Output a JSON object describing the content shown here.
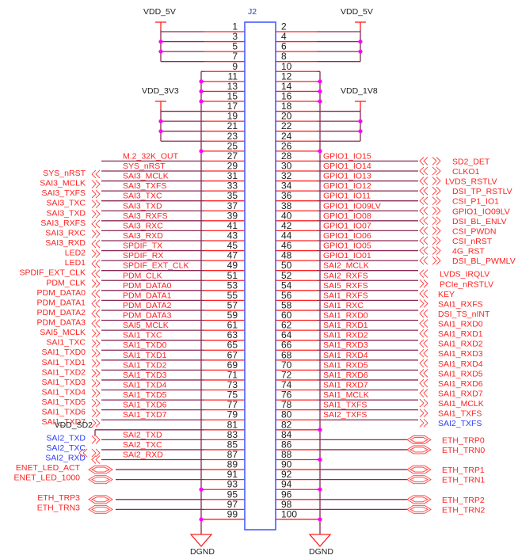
{
  "component": {
    "reference": "J2",
    "pin_count": 100
  },
  "power_labels": {
    "top_left": "VDD_5V",
    "top_right": "VDD_5V",
    "mid_left": "VDD_3V3",
    "mid_right": "VDD_1V8",
    "ground_left": "DGND",
    "ground_right": "DGND"
  },
  "left_pins": [
    {
      "pin": "1",
      "net": "VDD_5V"
    },
    {
      "pin": "3",
      "net": "VDD_5V"
    },
    {
      "pin": "5",
      "net": "VDD_5V"
    },
    {
      "pin": "7",
      "net": "VDD_5V"
    },
    {
      "pin": "9",
      "net": "DGND"
    },
    {
      "pin": "11",
      "net": "DGND"
    },
    {
      "pin": "13",
      "net": "DGND"
    },
    {
      "pin": "15",
      "net": "DGND"
    },
    {
      "pin": "17",
      "net": "VDD_3V3"
    },
    {
      "pin": "19",
      "net": "VDD_3V3"
    },
    {
      "pin": "21",
      "net": "VDD_3V3"
    },
    {
      "pin": "23",
      "net": "VDD_3V3"
    },
    {
      "pin": "25",
      "net": "DGND"
    },
    {
      "pin": "27",
      "net": "M.2_32K_OUT",
      "label": "M.2_32K_OUT"
    },
    {
      "pin": "29",
      "label": "SYS_nRST",
      "off": "SYS_nRST",
      "dir": "in"
    },
    {
      "pin": "31",
      "label": "SAI3_MCLK",
      "off": "SAI3_MCLK",
      "dir": "out"
    },
    {
      "pin": "33",
      "label": "SAI3_TXFS",
      "off": "SAI3_TXFS",
      "dir": "out"
    },
    {
      "pin": "35",
      "label": "SAI3_TXC",
      "off": "SAI3_TXC",
      "dir": "out"
    },
    {
      "pin": "37",
      "label": "SAI3_TXD",
      "off": "SAI3_TXD",
      "dir": "out"
    },
    {
      "pin": "39",
      "label": "SAI3_RXFS",
      "off": "SAI3_RXFS",
      "dir": "in"
    },
    {
      "pin": "41",
      "label": "SAI3_RXC",
      "off": "SAI3_RXC",
      "dir": "out"
    },
    {
      "pin": "43",
      "label": "SAI3_RXD",
      "off": "SAI3_RXD",
      "dir": "in"
    },
    {
      "pin": "45",
      "label": "SPDIF_TX",
      "off": "LED2",
      "dir": "out"
    },
    {
      "pin": "47",
      "label": "SPDIF_RX",
      "off": "LED1",
      "dir": "in"
    },
    {
      "pin": "49",
      "label": "SPDIF_EXT_CLK",
      "off": "SPDIF_EXT_CLK",
      "dir": "in"
    },
    {
      "pin": "51",
      "label": "PDM_CLK",
      "off": "PDM_CLK",
      "dir": "out"
    },
    {
      "pin": "53",
      "label": "PDM_DATA0",
      "off": "PDM_DATA0",
      "dir": "in"
    },
    {
      "pin": "55",
      "label": "PDM_DATA1",
      "off": "PDM_DATA1",
      "dir": "in"
    },
    {
      "pin": "57",
      "label": "PDM_DATA2",
      "off": "PDM_DATA2",
      "dir": "in"
    },
    {
      "pin": "59",
      "label": "PDM_DATA3",
      "off": "PDM_DATA3",
      "dir": "in"
    },
    {
      "pin": "61",
      "label": "SAI5_MCLK",
      "off": "SAI5_MCLK",
      "dir": "out"
    },
    {
      "pin": "63",
      "label": "SAI1_TXC",
      "off": "SAI1_TXC",
      "dir": "out"
    },
    {
      "pin": "65",
      "label": "SAI1_TXD0",
      "off": "SAI1_TXD0",
      "dir": "out"
    },
    {
      "pin": "67",
      "label": "SAI1_TXD1",
      "off": "SAI1_TXD1",
      "dir": "out"
    },
    {
      "pin": "69",
      "label": "SAI1_TXD2",
      "off": "SAI1_TXD2",
      "dir": "out"
    },
    {
      "pin": "71",
      "label": "SAI1_TXD3",
      "off": "SAI1_TXD3",
      "dir": "out"
    },
    {
      "pin": "73",
      "label": "SAI1_TXD4",
      "off": "SAI1_TXD4",
      "dir": "out"
    },
    {
      "pin": "75",
      "label": "SAI1_TXD5",
      "off": "SAI1_TXD5",
      "dir": "out"
    },
    {
      "pin": "77",
      "label": "SAI1_TXD6",
      "off": "SAI1_TXD6",
      "dir": "out"
    },
    {
      "pin": "79",
      "label": "SAI1_TXD7",
      "off": "SAI1_TXD7",
      "dir": "out"
    },
    {
      "pin": "81",
      "off": "VDD_SD2",
      "dir": "power"
    },
    {
      "pin": "83",
      "label": "SAI2_TXD",
      "off": "SAI2_TXD",
      "dir": "out",
      "offColor": "blue"
    },
    {
      "pin": "85",
      "label": "SAI2_TXC",
      "off": "SAI2_TXC",
      "dir": "bi-chev",
      "offColor": "blue"
    },
    {
      "pin": "87",
      "label": "SAI2_RXD",
      "off": "SAI2_RXD",
      "dir": "in",
      "offColor": "blue"
    },
    {
      "pin": "89",
      "off": "ENET_LED_ACT",
      "dir": "bidir"
    },
    {
      "pin": "91",
      "off": "ENET_LED_1000",
      "dir": "bidir"
    },
    {
      "pin": "93",
      "net": "DGND"
    },
    {
      "pin": "95",
      "off": "ETH_TRP3",
      "dir": "bidir"
    },
    {
      "pin": "97",
      "off": "ETH_TRN3",
      "dir": "bidir"
    },
    {
      "pin": "99",
      "net": "DGND"
    }
  ],
  "right_pins": [
    {
      "pin": "2",
      "net": "VDD_5V"
    },
    {
      "pin": "4",
      "net": "VDD_5V"
    },
    {
      "pin": "6",
      "net": "VDD_5V"
    },
    {
      "pin": "8",
      "net": "VDD_5V"
    },
    {
      "pin": "10",
      "net": "DGND"
    },
    {
      "pin": "12",
      "net": "DGND"
    },
    {
      "pin": "14",
      "net": "DGND"
    },
    {
      "pin": "16",
      "net": "DGND"
    },
    {
      "pin": "18",
      "net": "VDD_1V8"
    },
    {
      "pin": "20",
      "net": "VDD_1V8"
    },
    {
      "pin": "22",
      "net": "VDD_1V8"
    },
    {
      "pin": "24",
      "net": "VDD_1V8"
    },
    {
      "pin": "26",
      "net": "DGND"
    },
    {
      "pin": "28",
      "label": "GPIO1_IO15",
      "off": "SD2_DET",
      "dir": "bi-chev"
    },
    {
      "pin": "30",
      "label": "GPIO1_IO14",
      "off": "CLKO1",
      "dir": "bi-chev"
    },
    {
      "pin": "32",
      "label": "GPIO1_IO13",
      "off": "LVDS_RSTLV",
      "dir": "bi-chev"
    },
    {
      "pin": "34",
      "label": "GPIO1_IO12",
      "off": "DSI_TP_RSTLV",
      "dir": "bi-chev"
    },
    {
      "pin": "36",
      "label": "GPIO1_IO11",
      "off": "CSI_P1_IO1",
      "dir": "bi-chev"
    },
    {
      "pin": "38",
      "label": "GPIO1_IO09LV",
      "off": "GPIO1_IO09LV",
      "dir": "bi-chev"
    },
    {
      "pin": "40",
      "label": "GPIO1_IO08",
      "off": "DSI_BL_ENLV",
      "dir": "bi-chev"
    },
    {
      "pin": "42",
      "label": "GPIO1_IO07",
      "off": "CSI_PWDN",
      "dir": "bi-chev"
    },
    {
      "pin": "44",
      "label": "GPIO1_IO06",
      "off": "CSI_nRST",
      "dir": "bi-chev"
    },
    {
      "pin": "46",
      "label": "GPIO1_IO05",
      "off": "4G_RST",
      "dir": "bi-chev"
    },
    {
      "pin": "48",
      "label": "GPIO1_IO01",
      "off": "DSI_BL_PWMLV",
      "dir": "bi-chev"
    },
    {
      "pin": "50",
      "label": "SAI2_MCLK",
      "off": "LVDS_IRQLV",
      "dir": "in"
    },
    {
      "pin": "52",
      "label": "SAI2_RXFS",
      "off": "PCIe_nRSTLV",
      "dir": "out"
    },
    {
      "pin": "54",
      "label": "SAI5_RXFS",
      "off": "KEY",
      "dir": "in"
    },
    {
      "pin": "56",
      "label": "SAI1_RXFS",
      "off": "SAI1_RXFS",
      "dir": "out"
    },
    {
      "pin": "58",
      "label": "SAI1_RXC",
      "off": "DSI_TS_nINT",
      "dir": "in"
    },
    {
      "pin": "60",
      "label": "SAI1_RXD0",
      "off": "SAI1_RXD0",
      "dir": "in"
    },
    {
      "pin": "62",
      "label": "SAI1_RXD1",
      "off": "SAI1_RXD1",
      "dir": "in"
    },
    {
      "pin": "64",
      "label": "SAI1_RXD2",
      "off": "SAI1_RXD2",
      "dir": "in"
    },
    {
      "pin": "66",
      "label": "SAI1_RXD3",
      "off": "SAI1_RXD3",
      "dir": "in"
    },
    {
      "pin": "68",
      "label": "SAI1_RXD4",
      "off": "SAI1_RXD4",
      "dir": "in"
    },
    {
      "pin": "70",
      "label": "SAI1_RXD5",
      "off": "SAI1_RXD5",
      "dir": "in"
    },
    {
      "pin": "72",
      "label": "SAI1_RXD6",
      "off": "SAI1_RXD6",
      "dir": "in"
    },
    {
      "pin": "74",
      "label": "SAI1_RXD7",
      "off": "SAI1_RXD7",
      "dir": "in"
    },
    {
      "pin": "76",
      "label": "SAI1_MCLK",
      "off": "SAI1_MCLK",
      "dir": "out"
    },
    {
      "pin": "78",
      "label": "SAI1_TXFS",
      "off": "SAI1_TXFS",
      "dir": "out"
    },
    {
      "pin": "80",
      "label": "SAI2_TXFS",
      "off": "SAI2_TXFS",
      "dir": "out",
      "offColor": "blue"
    },
    {
      "pin": "82",
      "net": "DGND"
    },
    {
      "pin": "84",
      "off": "ETH_TRP0",
      "dir": "bidir"
    },
    {
      "pin": "86",
      "off": "ETH_TRN0",
      "dir": "bidir"
    },
    {
      "pin": "88",
      "net": "DGND"
    },
    {
      "pin": "90",
      "off": "ETH_TRP1",
      "dir": "bidir"
    },
    {
      "pin": "92",
      "off": "ETH_TRN1",
      "dir": "bidir"
    },
    {
      "pin": "94",
      "net": "DGND"
    },
    {
      "pin": "96",
      "off": "ETH_TRP2",
      "dir": "bidir"
    },
    {
      "pin": "98",
      "off": "ETH_TRN2",
      "dir": "bidir"
    },
    {
      "pin": "100",
      "net": "DGND"
    }
  ],
  "colors": {
    "pin_stub": "#ff2020",
    "wire": "#8a2a55",
    "body": "#4a5cff",
    "junction": "#ff00ff",
    "net_label": "#ff2020",
    "blue_label": "#2a3cff"
  }
}
